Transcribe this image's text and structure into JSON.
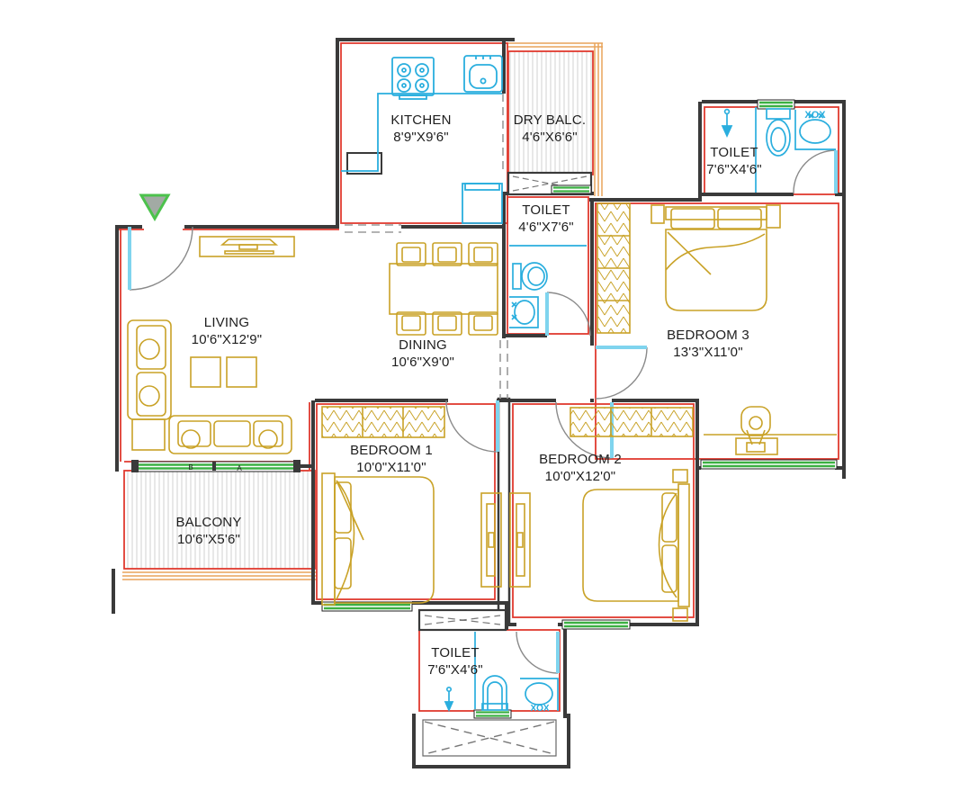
{
  "plan": {
    "type": "apartment-floor-plan",
    "rooms": [
      {
        "id": "kitchen",
        "name": "KITCHEN",
        "size": "8'9\"X9'6\""
      },
      {
        "id": "dry_balcony",
        "name": "DRY BALC.",
        "size": "4'6\"X6'6\""
      },
      {
        "id": "toilet_top_right",
        "name": "TOILET",
        "size": "7'6\"X4'6\""
      },
      {
        "id": "toilet_middle",
        "name": "TOILET",
        "size": "4'6\"X7'6\""
      },
      {
        "id": "living",
        "name": "LIVING",
        "size": "10'6\"X12'9\""
      },
      {
        "id": "dining",
        "name": "DINING",
        "size": "10'6\"X9'0\""
      },
      {
        "id": "bedroom_3",
        "name": "BEDROOM 3",
        "size": "13'3\"X11'0\""
      },
      {
        "id": "bedroom_1",
        "name": "BEDROOM 1",
        "size": "10'0\"X11'0\""
      },
      {
        "id": "bedroom_2",
        "name": "BEDROOM 2",
        "size": "10'0\"X12'0\""
      },
      {
        "id": "balcony",
        "name": "BALCONY",
        "size": "10'6\"X5'6\""
      },
      {
        "id": "toilet_bottom",
        "name": "TOILET",
        "size": "7'6\"X4'6\""
      }
    ],
    "tags": {
      "fixture_code": "XOX",
      "slider_b": "B",
      "slider_a": "A"
    },
    "colors": {
      "wall": "#3a3a3a",
      "inner_line_red": "#e03a2f",
      "fixture_cyan": "#2aaede",
      "furniture_yellow": "#c9a227",
      "window_green": "#3cb043",
      "hatch_gray": "#d4d4d4",
      "trim_orange": "#e8a45a",
      "door_arc_gray": "#8a8a8a",
      "entry_marker_fill": "#a2aaa4",
      "entry_marker_border": "#4cc24c"
    }
  }
}
